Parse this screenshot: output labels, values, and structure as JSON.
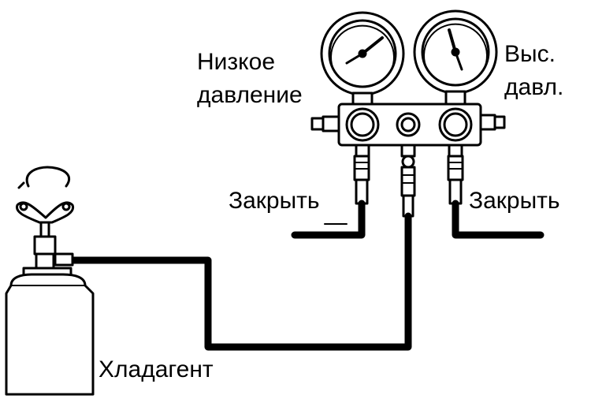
{
  "labels": {
    "low_pressure_line1": "Низкое",
    "low_pressure_line2": "давление",
    "high_pressure_line1": "Выс.",
    "high_pressure_line2": "давл.",
    "close_left": "Закрыть",
    "close_right": "Закрыть",
    "refrigerant": "Хладагент"
  },
  "colors": {
    "line": "#000000",
    "background": "#ffffff"
  },
  "icons": [
    "low-pressure-gauge-icon",
    "high-pressure-gauge-icon",
    "manifold-icon",
    "refrigerant-can-icon",
    "can-tap-valve-icon",
    "charging-hose-icon"
  ]
}
